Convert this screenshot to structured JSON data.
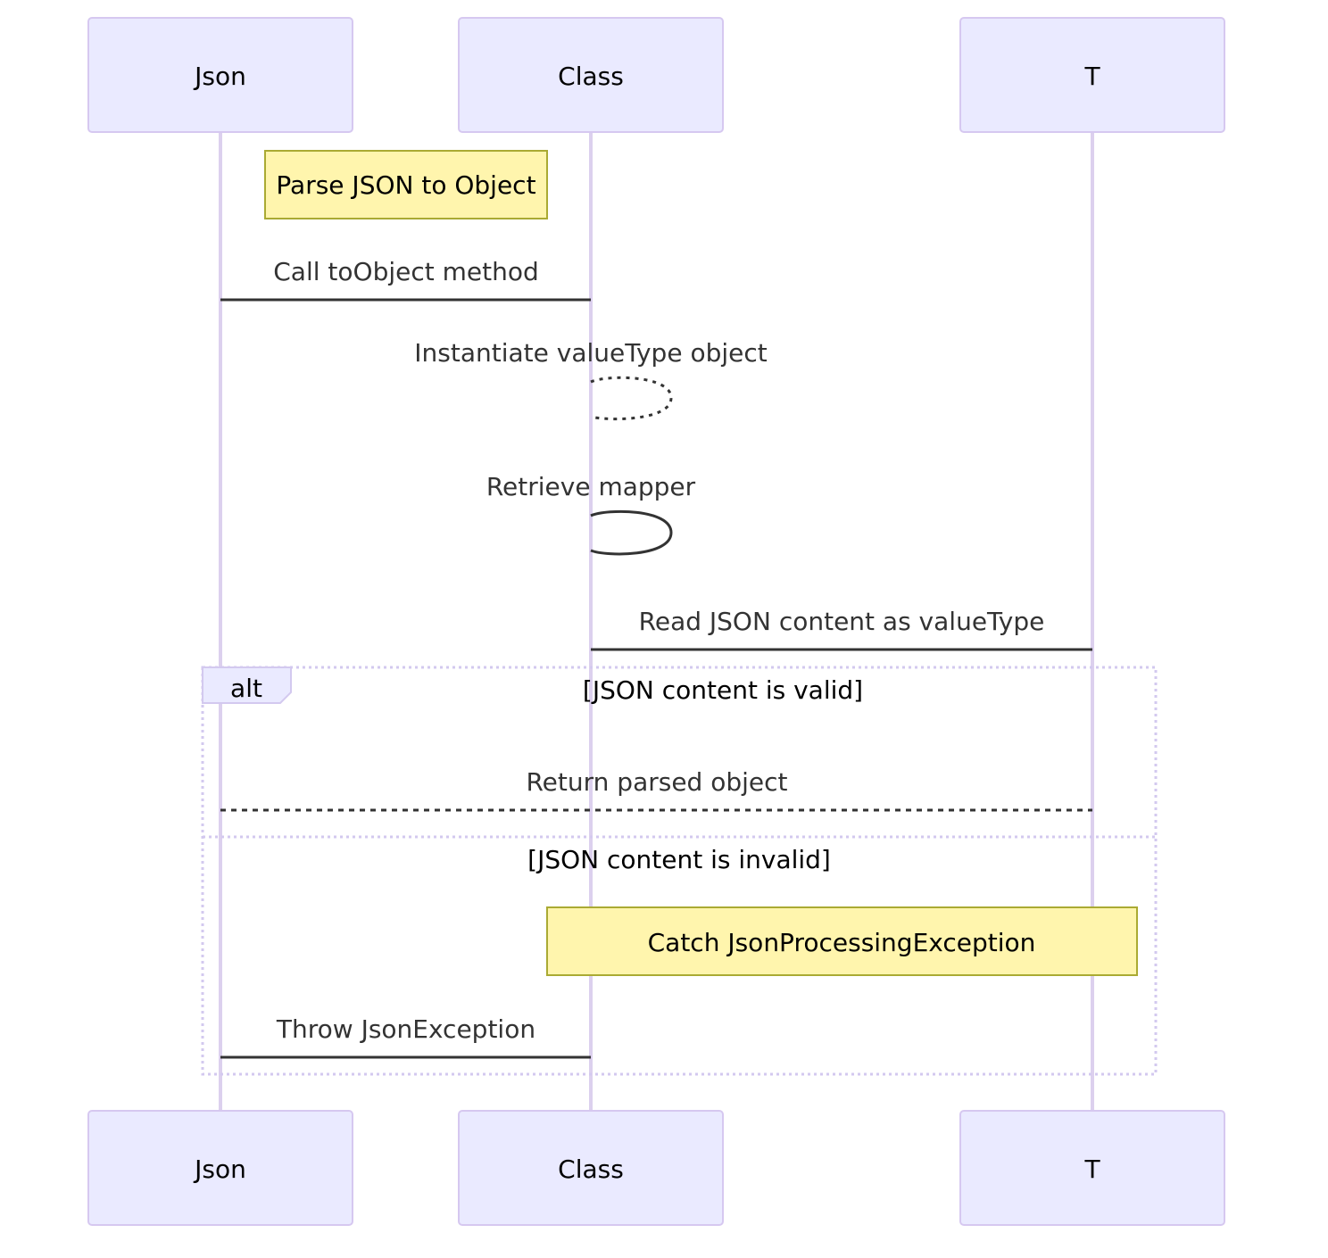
{
  "participants": {
    "json": "Json",
    "class": "Class",
    "t": "T"
  },
  "notes": {
    "parse": "Parse JSON to Object",
    "catch": "Catch JsonProcessingException"
  },
  "messages": {
    "call_to_object": "Call toObject method",
    "instantiate": "Instantiate valueType object",
    "retrieve_mapper": "Retrieve mapper",
    "read_json": "Read JSON content as valueType",
    "return_parsed": "Return parsed object",
    "throw_exception": "Throw JsonException"
  },
  "alt_block": {
    "label": "alt",
    "condition_valid": "[JSON content is valid]",
    "condition_invalid": "[JSON content is invalid]"
  },
  "colors": {
    "actor_fill": "#eaeaff",
    "actor_border": "#d6c8f0",
    "note_fill": "#fff5ad",
    "note_border": "#aaaa33",
    "line": "#333333"
  }
}
